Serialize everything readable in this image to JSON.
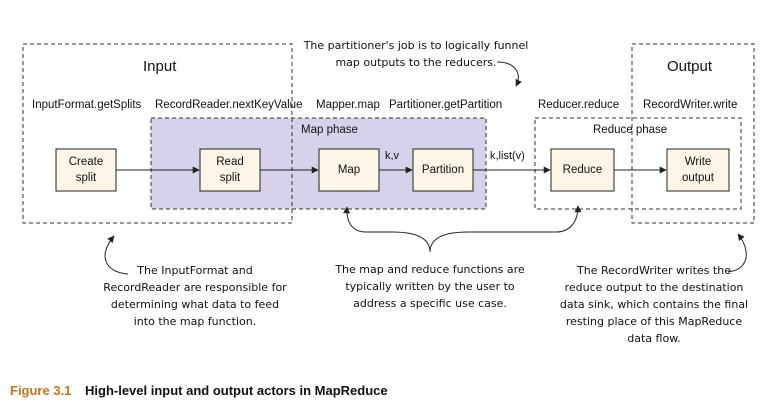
{
  "colors": {
    "map_phase_fill": "#d6d2ec",
    "box_fill": "#fdf6e6",
    "caption_accent": "#c4731f",
    "line": "#222222"
  },
  "regions": {
    "input_title": "Input",
    "output_title": "Output"
  },
  "methods": {
    "input_format": "InputFormat.getSplits",
    "record_reader": "RecordReader.nextKeyValue",
    "mapper": "Mapper.map",
    "partitioner": "Partitioner.getPartition",
    "reducer": "Reducer.reduce",
    "record_writer": "RecordWriter.write"
  },
  "phases": {
    "map": "Map phase",
    "reduce": "Reduce phase"
  },
  "boxes": {
    "create_split": "Create\nsplit",
    "read_split": "Read\nsplit",
    "map": "Map",
    "partition": "Partition",
    "reduce": "Reduce",
    "write_output": "Write\noutput"
  },
  "edge_labels": {
    "map_to_partition": "k,v",
    "partition_to_reduce": "k,list(v)"
  },
  "notes": {
    "partitioner": "The partitioner's job is to logically funnel\nmap outputs to the reducers.",
    "input": "The InputFormat and\nRecordReader are responsible for\ndetermining what data to feed\ninto the map function.",
    "map_reduce": "The map and reduce functions are\ntypically written by the user to\naddress a specific use case.",
    "writer": "The RecordWriter writes the\nreduce output to the destination\ndata sink, which contains the final\nresting place of this MapReduce\ndata flow."
  },
  "caption": {
    "number": "Figure 3.1",
    "text": "High-level input and output actors in MapReduce"
  }
}
